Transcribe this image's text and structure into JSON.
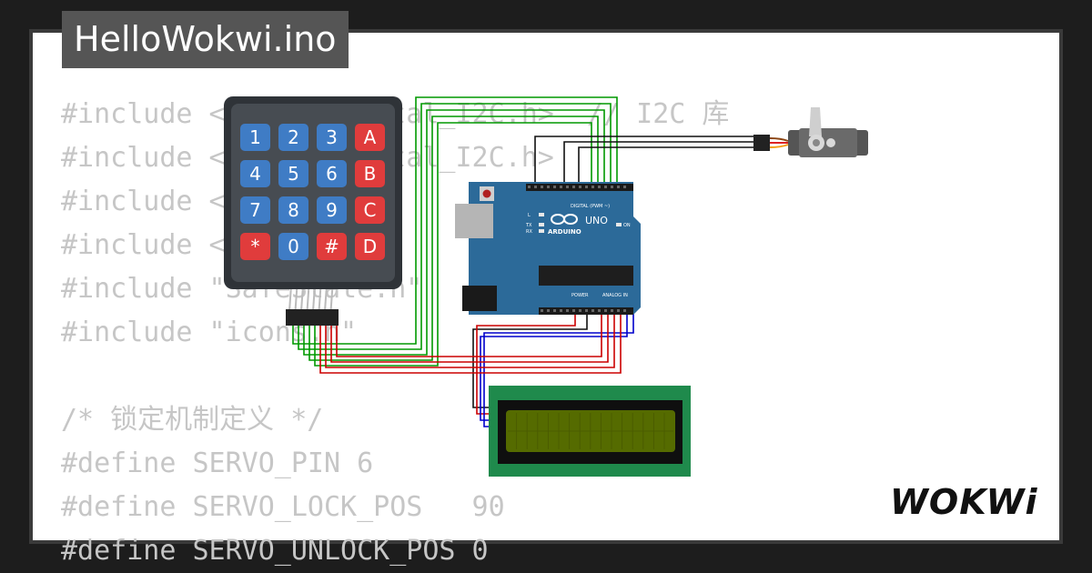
{
  "window": {
    "title": "HelloWokwi.ino"
  },
  "code": {
    "lines": [
      "#include <LiquidCrystal_I2C.h>  // I2C 库",
      "#include <LiquidCrystal_I2C.h>",
      "#include <Keypad.h>",
      "#include <Servo.h>",
      "#include \"SafeState.h\"",
      "#include \"icons.h\"",
      "",
      "/* 锁定机制定义 */",
      "#define SERVO_PIN 6",
      "#define SERVO_LOCK_POS   90",
      "#define SERVO_UNLOCK_POS 0"
    ]
  },
  "keypad": {
    "keys": [
      "1",
      "2",
      "3",
      "A",
      "4",
      "5",
      "6",
      "B",
      "7",
      "8",
      "9",
      "C",
      "*",
      "0",
      "#",
      "D"
    ]
  },
  "arduino": {
    "brand": "ARDUINO",
    "model": "UNO",
    "digital_label": "DIGITAL (PWM ~)",
    "analog_label": "ANALOG IN",
    "power_label": "POWER",
    "on_label": "ON",
    "tx_label": "TX",
    "rx_label": "RX",
    "l_label": "L"
  },
  "logo": {
    "text": "WOKWi"
  },
  "colors": {
    "key_number": "#3f7cc5",
    "key_letter": "#e03c3c",
    "board": "#2c6a99",
    "lcd_pcb": "#1f8a4c",
    "lcd_screen": "#556b00",
    "wire_green": "#009900",
    "wire_red": "#cc0000",
    "wire_black": "#111111",
    "wire_blue": "#0000cc"
  }
}
